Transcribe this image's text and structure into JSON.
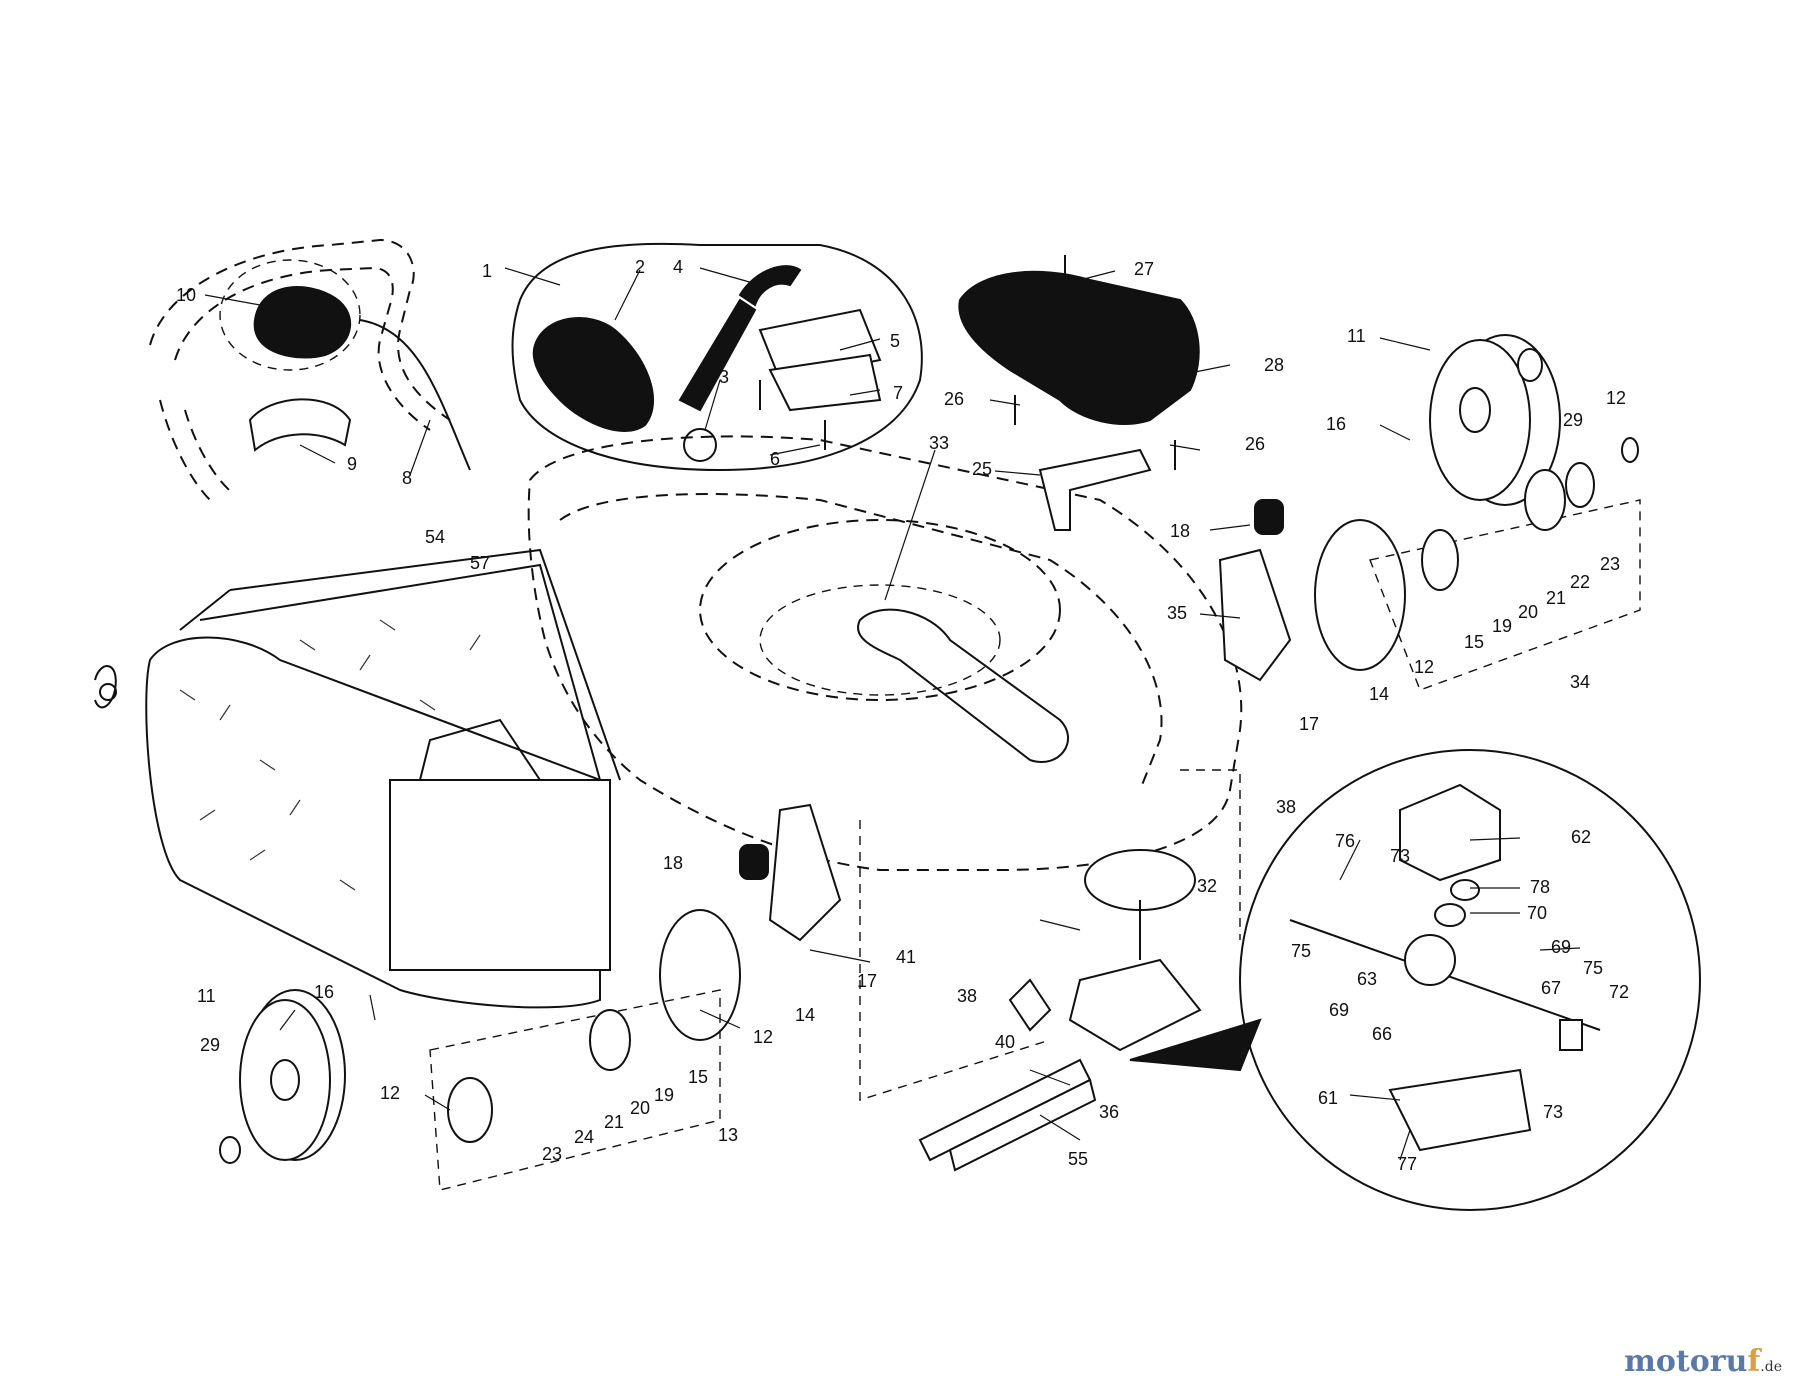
{
  "diagram": {
    "callouts": [
      "1",
      "2",
      "3",
      "4",
      "5",
      "6",
      "7",
      "8",
      "9",
      "10",
      "11",
      "12",
      "13",
      "14",
      "15",
      "16",
      "17",
      "18",
      "19",
      "20",
      "21",
      "22",
      "23",
      "24",
      "25",
      "26",
      "27",
      "28",
      "29",
      "33",
      "34",
      "35",
      "36",
      "38",
      "40",
      "41",
      "54",
      "55",
      "57",
      "61",
      "62",
      "63",
      "66",
      "67",
      "69",
      "70",
      "72",
      "73",
      "75",
      "76",
      "77",
      "78"
    ]
  },
  "watermark": {
    "main": "motoru",
    "accent": "f",
    "tld": ".de"
  }
}
